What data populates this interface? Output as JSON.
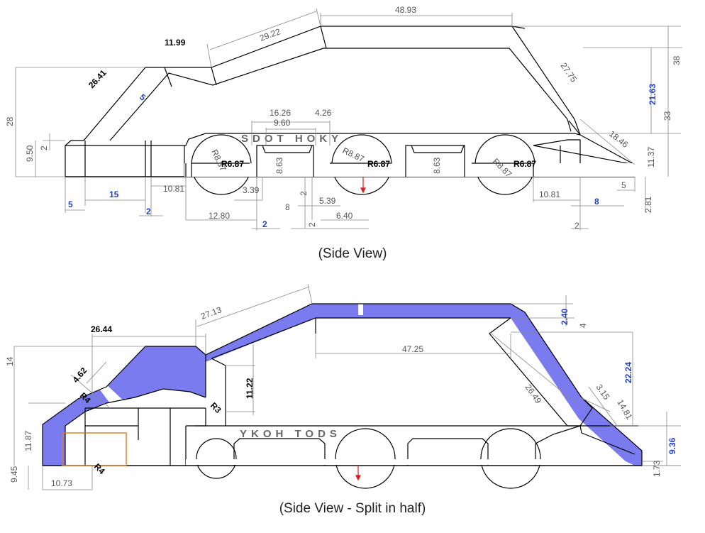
{
  "captions": {
    "top": "(Side View)",
    "bottom": "(Side View - Split in half)"
  },
  "colors": {
    "outline": "#000000",
    "dimension": "#666666",
    "driven_dimension": "#1f3fd0",
    "highlight_fill": "#7b7bf0",
    "selection_box": "#e07a1a",
    "origin_marker": "#e01a1a"
  },
  "top_view": {
    "dims": [
      {
        "id": "48_93",
        "text": "48.93",
        "style": "d"
      },
      {
        "id": "29_22",
        "text": "29.22",
        "style": "d"
      },
      {
        "id": "11_99",
        "text": "11.99",
        "style": "dk"
      },
      {
        "id": "26_41",
        "text": "26.41",
        "style": "dk"
      },
      {
        "id": "5_slant",
        "text": "5",
        "style": "db"
      },
      {
        "id": "27_75",
        "text": "27.75",
        "style": "d"
      },
      {
        "id": "38",
        "text": "38",
        "style": "d"
      },
      {
        "id": "33",
        "text": "33",
        "style": "d"
      },
      {
        "id": "21_63",
        "text": "21.63",
        "style": "db"
      },
      {
        "id": "28",
        "text": "28",
        "style": "d"
      },
      {
        "id": "9_50",
        "text": "9.50",
        "style": "d"
      },
      {
        "id": "2_left",
        "text": "2",
        "style": "d"
      },
      {
        "id": "16_26",
        "text": "16.26",
        "style": "d"
      },
      {
        "id": "9_60",
        "text": "9.60",
        "style": "d"
      },
      {
        "id": "4_26",
        "text": "4.26",
        "style": "d"
      },
      {
        "id": "18_46",
        "text": "18.46",
        "style": "d"
      },
      {
        "id": "11_37",
        "text": "11.37",
        "style": "d"
      },
      {
        "id": "r8_87_a",
        "text": "R8.87",
        "style": "d"
      },
      {
        "id": "r6_87_a",
        "text": "R6.87",
        "style": "dk"
      },
      {
        "id": "8_63_a",
        "text": "8.63",
        "style": "d"
      },
      {
        "id": "r8_87_b",
        "text": "R8.87",
        "style": "d"
      },
      {
        "id": "r6_87_b",
        "text": "R6.87",
        "style": "dk"
      },
      {
        "id": "8_63_b",
        "text": "8.63",
        "style": "d"
      },
      {
        "id": "r8_87_c",
        "text": "R8.87",
        "style": "d"
      },
      {
        "id": "r6_87_c",
        "text": "R6.87",
        "style": "dk"
      },
      {
        "id": "10_81_l",
        "text": "10.81",
        "style": "d"
      },
      {
        "id": "3_39",
        "text": "3.39",
        "style": "d"
      },
      {
        "id": "2_mid",
        "text": "2",
        "style": "d"
      },
      {
        "id": "5_39",
        "text": "5.39",
        "style": "d"
      },
      {
        "id": "8_mid",
        "text": "8",
        "style": "d"
      },
      {
        "id": "12_80",
        "text": "12.80",
        "style": "d"
      },
      {
        "id": "6_40",
        "text": "6.40",
        "style": "d"
      },
      {
        "id": "2_bot_a",
        "text": "2",
        "style": "db"
      },
      {
        "id": "2_bot_b",
        "text": "2",
        "style": "d"
      },
      {
        "id": "5_bl",
        "text": "5",
        "style": "db"
      },
      {
        "id": "15",
        "text": "15",
        "style": "db"
      },
      {
        "id": "2_bl",
        "text": "2",
        "style": "db"
      },
      {
        "id": "10_81_r",
        "text": "10.81",
        "style": "d"
      },
      {
        "id": "5_r",
        "text": "5",
        "style": "d"
      },
      {
        "id": "8_r",
        "text": "8",
        "style": "db"
      },
      {
        "id": "2_81",
        "text": "2.81",
        "style": "d"
      },
      {
        "id": "2_br",
        "text": "2",
        "style": "d"
      }
    ],
    "emboss_text": "SDOT  HOKY"
  },
  "bottom_view": {
    "dims": [
      {
        "id": "27_13",
        "text": "27.13",
        "style": "d"
      },
      {
        "id": "26_44",
        "text": "26.44",
        "style": "dk"
      },
      {
        "id": "2_40",
        "text": "2.40",
        "style": "db"
      },
      {
        "id": "4_b",
        "text": "4",
        "style": "d"
      },
      {
        "id": "22_24",
        "text": "22.24",
        "style": "db"
      },
      {
        "id": "47_25",
        "text": "47.25",
        "style": "d"
      },
      {
        "id": "14",
        "text": "14",
        "style": "d"
      },
      {
        "id": "4_62",
        "text": "4.62",
        "style": "dk"
      },
      {
        "id": "11_22",
        "text": "11.22",
        "style": "dk"
      },
      {
        "id": "r4_a",
        "text": "R4",
        "style": "dk"
      },
      {
        "id": "r3",
        "text": "R3",
        "style": "dk"
      },
      {
        "id": "26_49",
        "text": "26.49",
        "style": "d"
      },
      {
        "id": "3_15",
        "text": "3.15",
        "style": "d"
      },
      {
        "id": "14_81",
        "text": "14.81",
        "style": "d"
      },
      {
        "id": "9_36",
        "text": "9.36",
        "style": "db"
      },
      {
        "id": "11_87",
        "text": "11.87",
        "style": "d"
      },
      {
        "id": "9_45",
        "text": "9.45",
        "style": "d"
      },
      {
        "id": "10_73",
        "text": "10.73",
        "style": "d"
      },
      {
        "id": "r4_b",
        "text": "R4",
        "style": "dk"
      },
      {
        "id": "1_73",
        "text": "1.73",
        "style": "d"
      }
    ],
    "emboss_text": "YKOH  TODS"
  }
}
